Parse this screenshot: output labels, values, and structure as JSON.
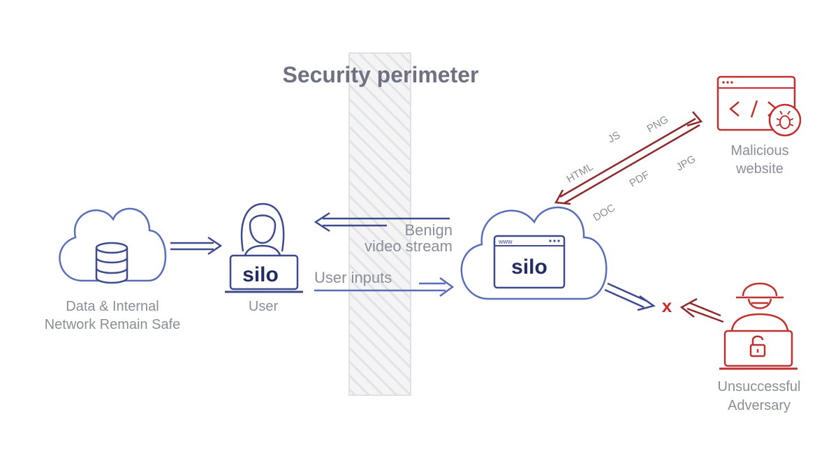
{
  "title": "Security perimeter",
  "nodes": {
    "data": {
      "label_line1": "Data & Internal",
      "label_line2": "Network Remain Safe"
    },
    "user": {
      "label": "User",
      "logo": "silo"
    },
    "silo_cloud": {
      "logo": "silo",
      "browser_text": "www"
    },
    "malicious": {
      "label_line1": "Malicious",
      "label_line2": "website"
    },
    "adversary": {
      "label_line1": "Unsuccessful",
      "label_line2": "Adversary"
    }
  },
  "flows": {
    "benign_line1": "Benign",
    "benign_line2": "video stream",
    "user_inputs": "User inputs",
    "blocked_mark": "x"
  },
  "file_types": [
    "HTML",
    "JS",
    "PNG",
    "PDF",
    "JPG",
    "DOC"
  ],
  "icons": [
    "cloud-icon",
    "database-icon",
    "user-icon",
    "laptop-icon",
    "browser-icon",
    "code-icon",
    "bug-icon",
    "hacker-icon",
    "lock-open-icon"
  ],
  "colors": {
    "blue": "#3d4a8c",
    "light_blue": "#5a6db8",
    "red": "#c0302f",
    "dark_red": "#8c2a2a",
    "gray_text": "#8a8e99",
    "navy": "#232b63"
  }
}
